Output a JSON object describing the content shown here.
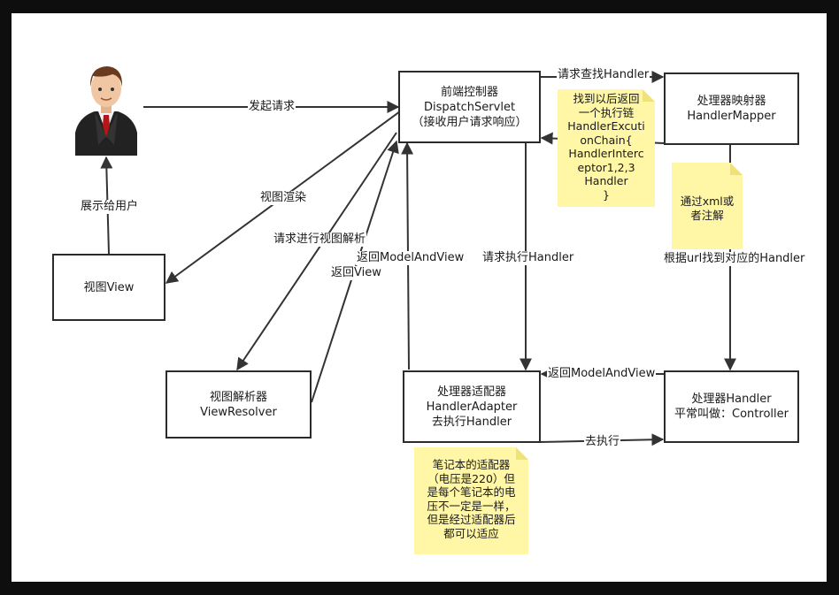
{
  "boxes": {
    "dispatcher": [
      "前端控制器",
      "DispatchServlet",
      "（接收用户请求响应）"
    ],
    "mapper": [
      "处理器映射器",
      "HandlerMapper"
    ],
    "view": [
      "视图View"
    ],
    "resolver": [
      "视图解析器",
      "ViewResolver"
    ],
    "adapter": [
      "处理器适配器",
      "HandlerAdapter",
      "去执行Handler"
    ],
    "handler": [
      "处理器Handler",
      "平常叫做：Controller"
    ]
  },
  "edges": {
    "send_request": "发起请求",
    "show_user": "展示给用户",
    "find_handler": "请求查找Handler",
    "render_view": "视图渲染",
    "resolve_view": "请求进行视图解析",
    "return_view": "返回View",
    "return_mav_dispatcher": "返回ModelAndView",
    "exec_handler": "请求执行Handler",
    "find_by_url": "根据url找到对应的Handler",
    "return_mav_adapter": "返回ModelAndView",
    "go_exec": "去执行"
  },
  "notes": {
    "chain": [
      "找到以后返回",
      "一个执行链",
      "HandlerExcuti",
      "onChain{",
      "HandlerInterc",
      "eptor1,2,3",
      "Handler",
      "}"
    ],
    "xml": [
      "通过xml或",
      "者注解"
    ],
    "adapter_note": [
      "笔记本的适配器",
      "（电压是220）但",
      "是每个笔记本的电",
      "压不一定是一样，",
      "但是经过适配器后",
      "都可以适应"
    ]
  },
  "colors": {
    "background": "#0e0e0e",
    "canvas": "#ffffff",
    "line": "#333333",
    "note": "#fff7a6"
  },
  "icons": {
    "user": "businessman-avatar-icon"
  }
}
